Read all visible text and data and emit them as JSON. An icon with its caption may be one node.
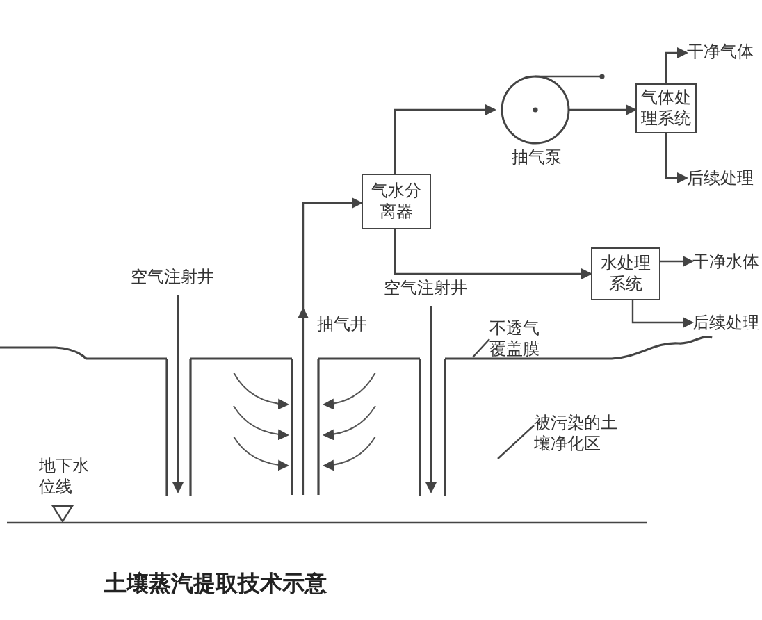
{
  "diagram": {
    "caption": "土壤蒸汽提取技术示意",
    "nodes": [
      {
        "text": [
          "气水分离器"
        ]
      },
      {
        "text": [
          "抽气泵"
        ]
      },
      {
        "text": [
          "气体处理系统"
        ]
      },
      {
        "text": [
          "水处理系统"
        ]
      },
      {
        "text": [
          "干净气体"
        ]
      },
      {
        "text": [
          "后续处理"
        ]
      },
      {
        "text": [
          "干净水体"
        ]
      },
      {
        "text": [
          "后续处理"
        ]
      },
      {
        "text": [
          "空气注射井"
        ]
      },
      {
        "text": [
          "抽气井"
        ]
      },
      {
        "text": [
          "空气注射井"
        ]
      },
      {
        "text": [
          "不透气覆盖膜"
        ]
      },
      {
        "text": [
          "被污染的土壤净化区"
        ]
      }
    ],
    "edges": [
      {
        "from": 9,
        "to": 0,
        "arrow": "to"
      },
      {
        "from": 0,
        "to": 1,
        "arrow": "to"
      },
      {
        "from": 1,
        "to": 2,
        "arrow": "to"
      },
      {
        "from": 2,
        "to": 4,
        "arrow": "to"
      },
      {
        "from": 2,
        "to": 5,
        "arrow": "to"
      },
      {
        "from": 0,
        "to": 3,
        "arrow": "to"
      },
      {
        "from": 3,
        "to": 6,
        "arrow": "to"
      },
      {
        "from": 3,
        "to": 7,
        "arrow": "to"
      },
      {
        "from": 11,
        "to": null,
        "arrow": "none"
      },
      {
        "from": 12,
        "to": null,
        "arrow": "none"
      }
    ],
    "labels": [
      "地下水位线"
    ]
  }
}
